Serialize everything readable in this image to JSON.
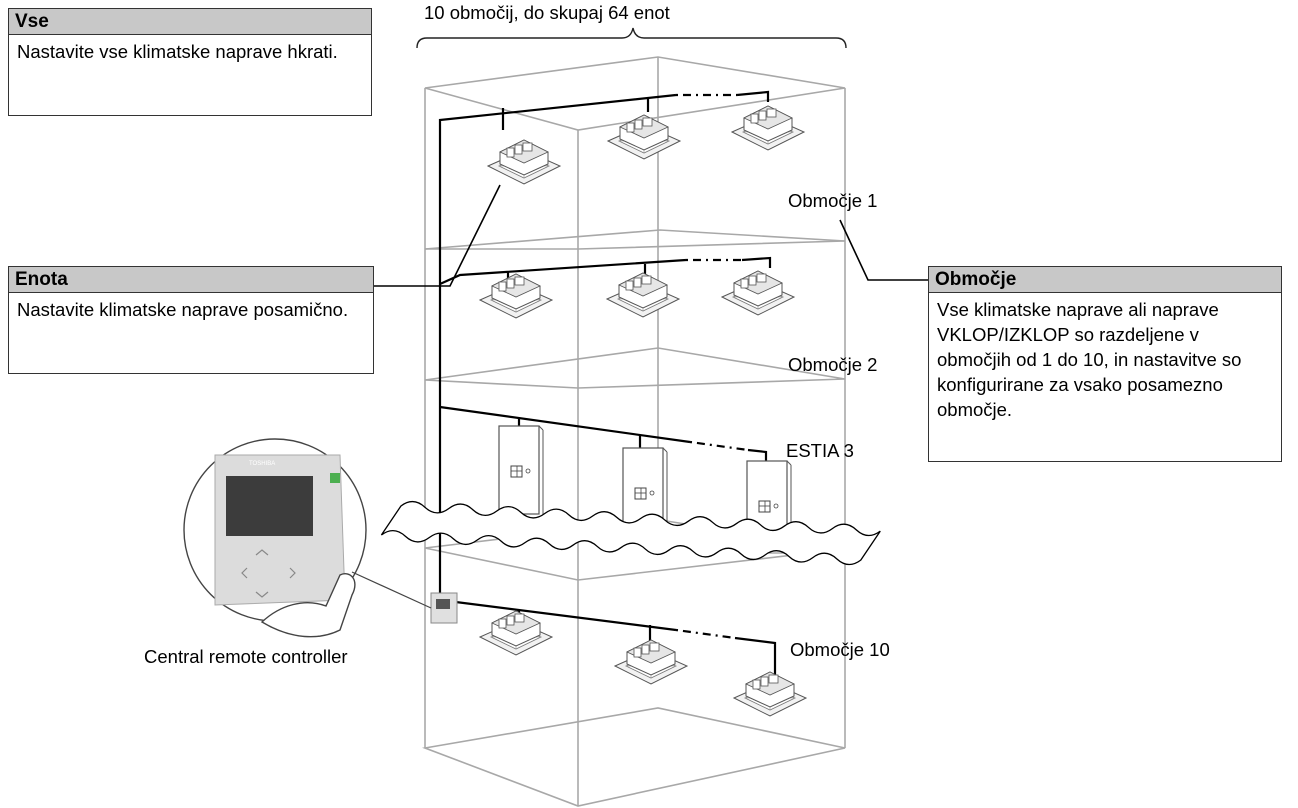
{
  "top_caption": "10 območij, do skupaj 64 enot",
  "boxes": {
    "vse": {
      "title": "Vse",
      "body": "Nastavite vse klimatske naprave hkrati."
    },
    "enota": {
      "title": "Enota",
      "body": "Nastavite klimatske naprave posamično."
    },
    "obmocje": {
      "title": "Območje",
      "body": "Vse klimatske naprave ali naprave VKLOP/IZKLOP so razdeljene v območjih od 1 do 10, in nastavitve so konfigurirane za vsako posamezno območje."
    }
  },
  "floor_labels": {
    "area1": "Območje 1",
    "area2": "Območje 2",
    "estia": "ESTIA 3",
    "area10": "Območje 10"
  },
  "controller_label": "Central remote controller",
  "controller_brand": "TOSHIBA",
  "colors": {
    "header_bg": "#c8c8c8",
    "building_line": "#a8a8a8",
    "wiring": "#000000"
  }
}
